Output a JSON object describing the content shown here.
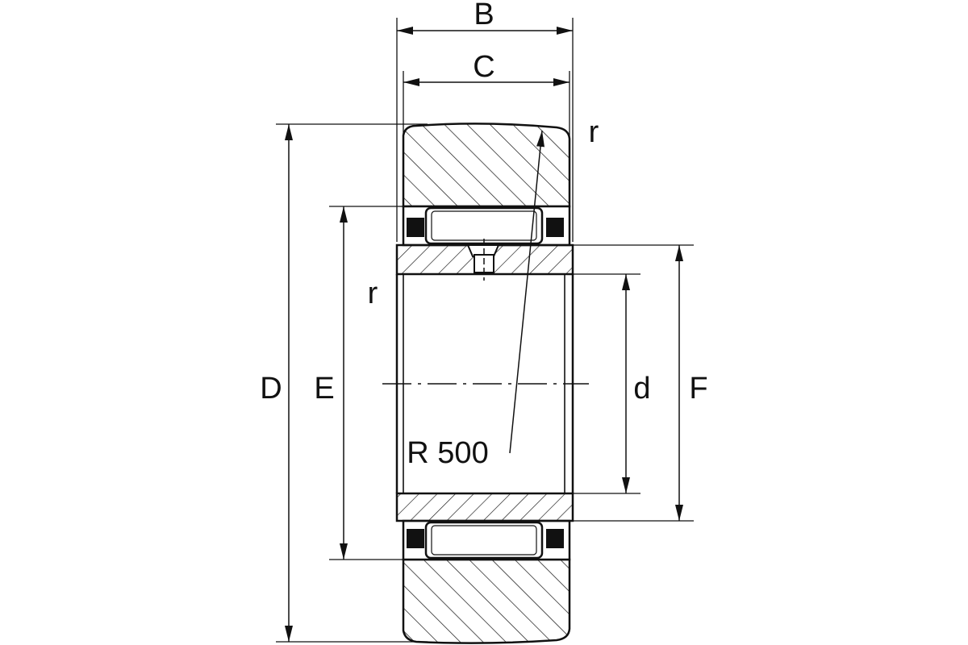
{
  "labels": {
    "B": "B",
    "C": "C",
    "D": "D",
    "E": "E",
    "d": "d",
    "F": "F",
    "r_top": "r",
    "r_left": "r",
    "radius": "R 500"
  }
}
